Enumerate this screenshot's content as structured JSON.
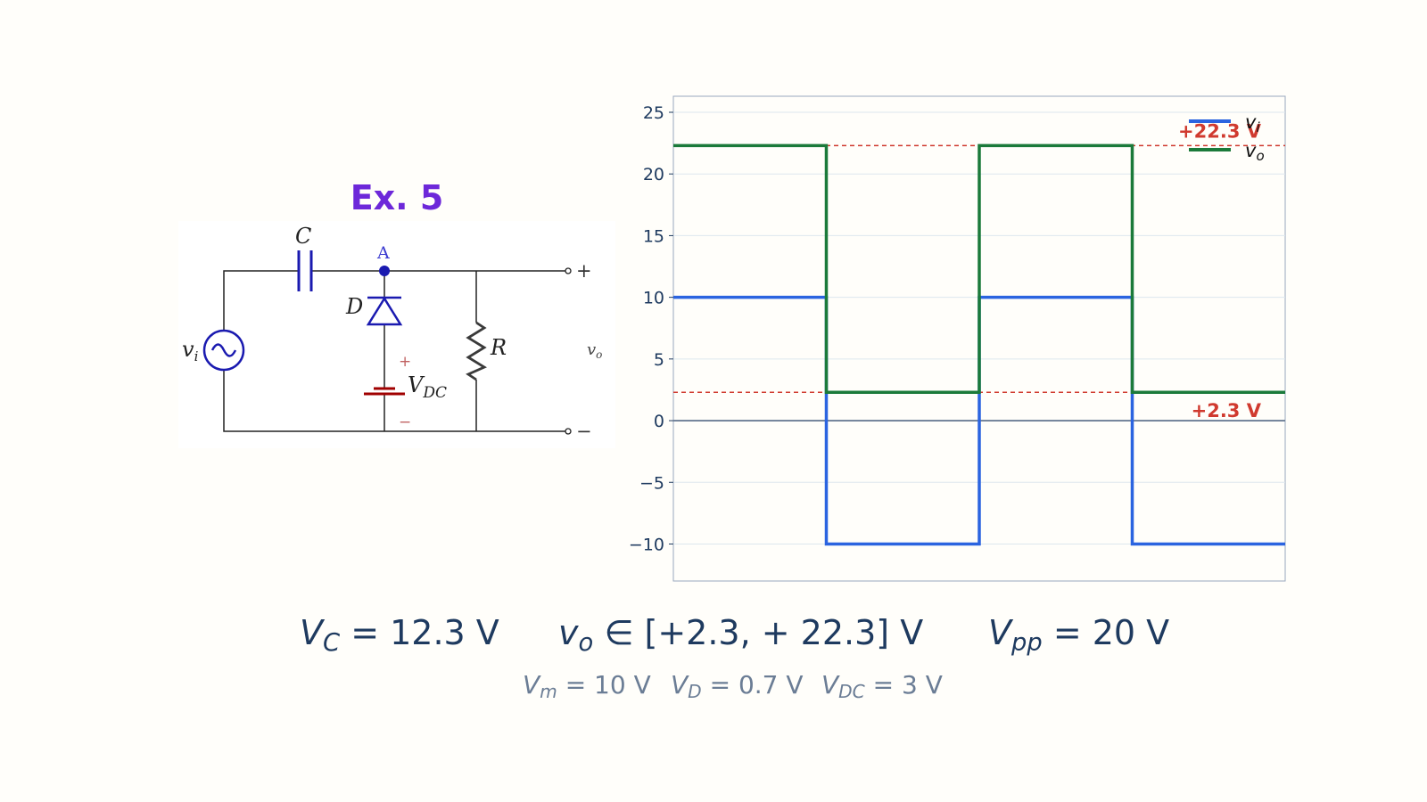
{
  "title": "Ex. 5",
  "circuit": {
    "source_label": "v",
    "source_sub": "i",
    "capacitor_label": "C",
    "node_label": "A",
    "diode_label": "D",
    "resistor_label": "R",
    "battery_label": "V",
    "battery_sub": "DC",
    "battery_plus": "+",
    "battery_minus": "−",
    "output_label": "v",
    "output_sub": "o",
    "terminal_plus": "+",
    "terminal_minus": "−"
  },
  "equations": {
    "vc": {
      "sym": "V",
      "sub": "C",
      "rhs": " = 12.3 V"
    },
    "vo": {
      "sym": "v",
      "sub": "o",
      "rhs": " ∈ [+2.3,  + 22.3] V"
    },
    "vpp": {
      "sym": "V",
      "sub": "pp",
      "rhs": " = 20 V"
    },
    "vm": {
      "sym": "V",
      "sub": "m",
      "rhs": " = 10 V"
    },
    "vd": {
      "sym": "V",
      "sub": "D",
      "rhs": " = 0.7 V"
    },
    "vdc": {
      "sym": "V",
      "sub": "DC",
      "rhs": " = 3 V"
    }
  },
  "chart_data": {
    "type": "line",
    "x_range": [
      0,
      4
    ],
    "ylim": [
      -13,
      26.3
    ],
    "yticks": [
      25,
      20,
      15,
      10,
      5,
      0,
      -5,
      -10
    ],
    "ytick_labels": [
      "25",
      "20",
      "15",
      "10",
      "5",
      "0",
      "−5",
      "−10"
    ],
    "grid": true,
    "legend_position": "top-right",
    "series": [
      {
        "name": "v_i",
        "legend_main": "v",
        "legend_sub": "i",
        "color": "#2b64e0",
        "x": [
          0,
          1,
          1,
          2,
          2,
          3,
          3,
          4
        ],
        "y": [
          10,
          10,
          -10,
          -10,
          10,
          10,
          -10,
          -10
        ]
      },
      {
        "name": "v_o",
        "legend_main": "v",
        "legend_sub": "o",
        "color": "#1b7a3a",
        "x": [
          0,
          1,
          1,
          2,
          2,
          3,
          3,
          4
        ],
        "y": [
          22.3,
          22.3,
          2.3,
          2.3,
          22.3,
          22.3,
          2.3,
          2.3
        ]
      }
    ],
    "reference_lines": [
      {
        "y": 22.3,
        "label": "+22.3 V",
        "color": "#d03a2f"
      },
      {
        "y": 2.3,
        "label": "+2.3 V",
        "color": "#d03a2f"
      }
    ],
    "zero_line_color": "#6b7d95"
  }
}
